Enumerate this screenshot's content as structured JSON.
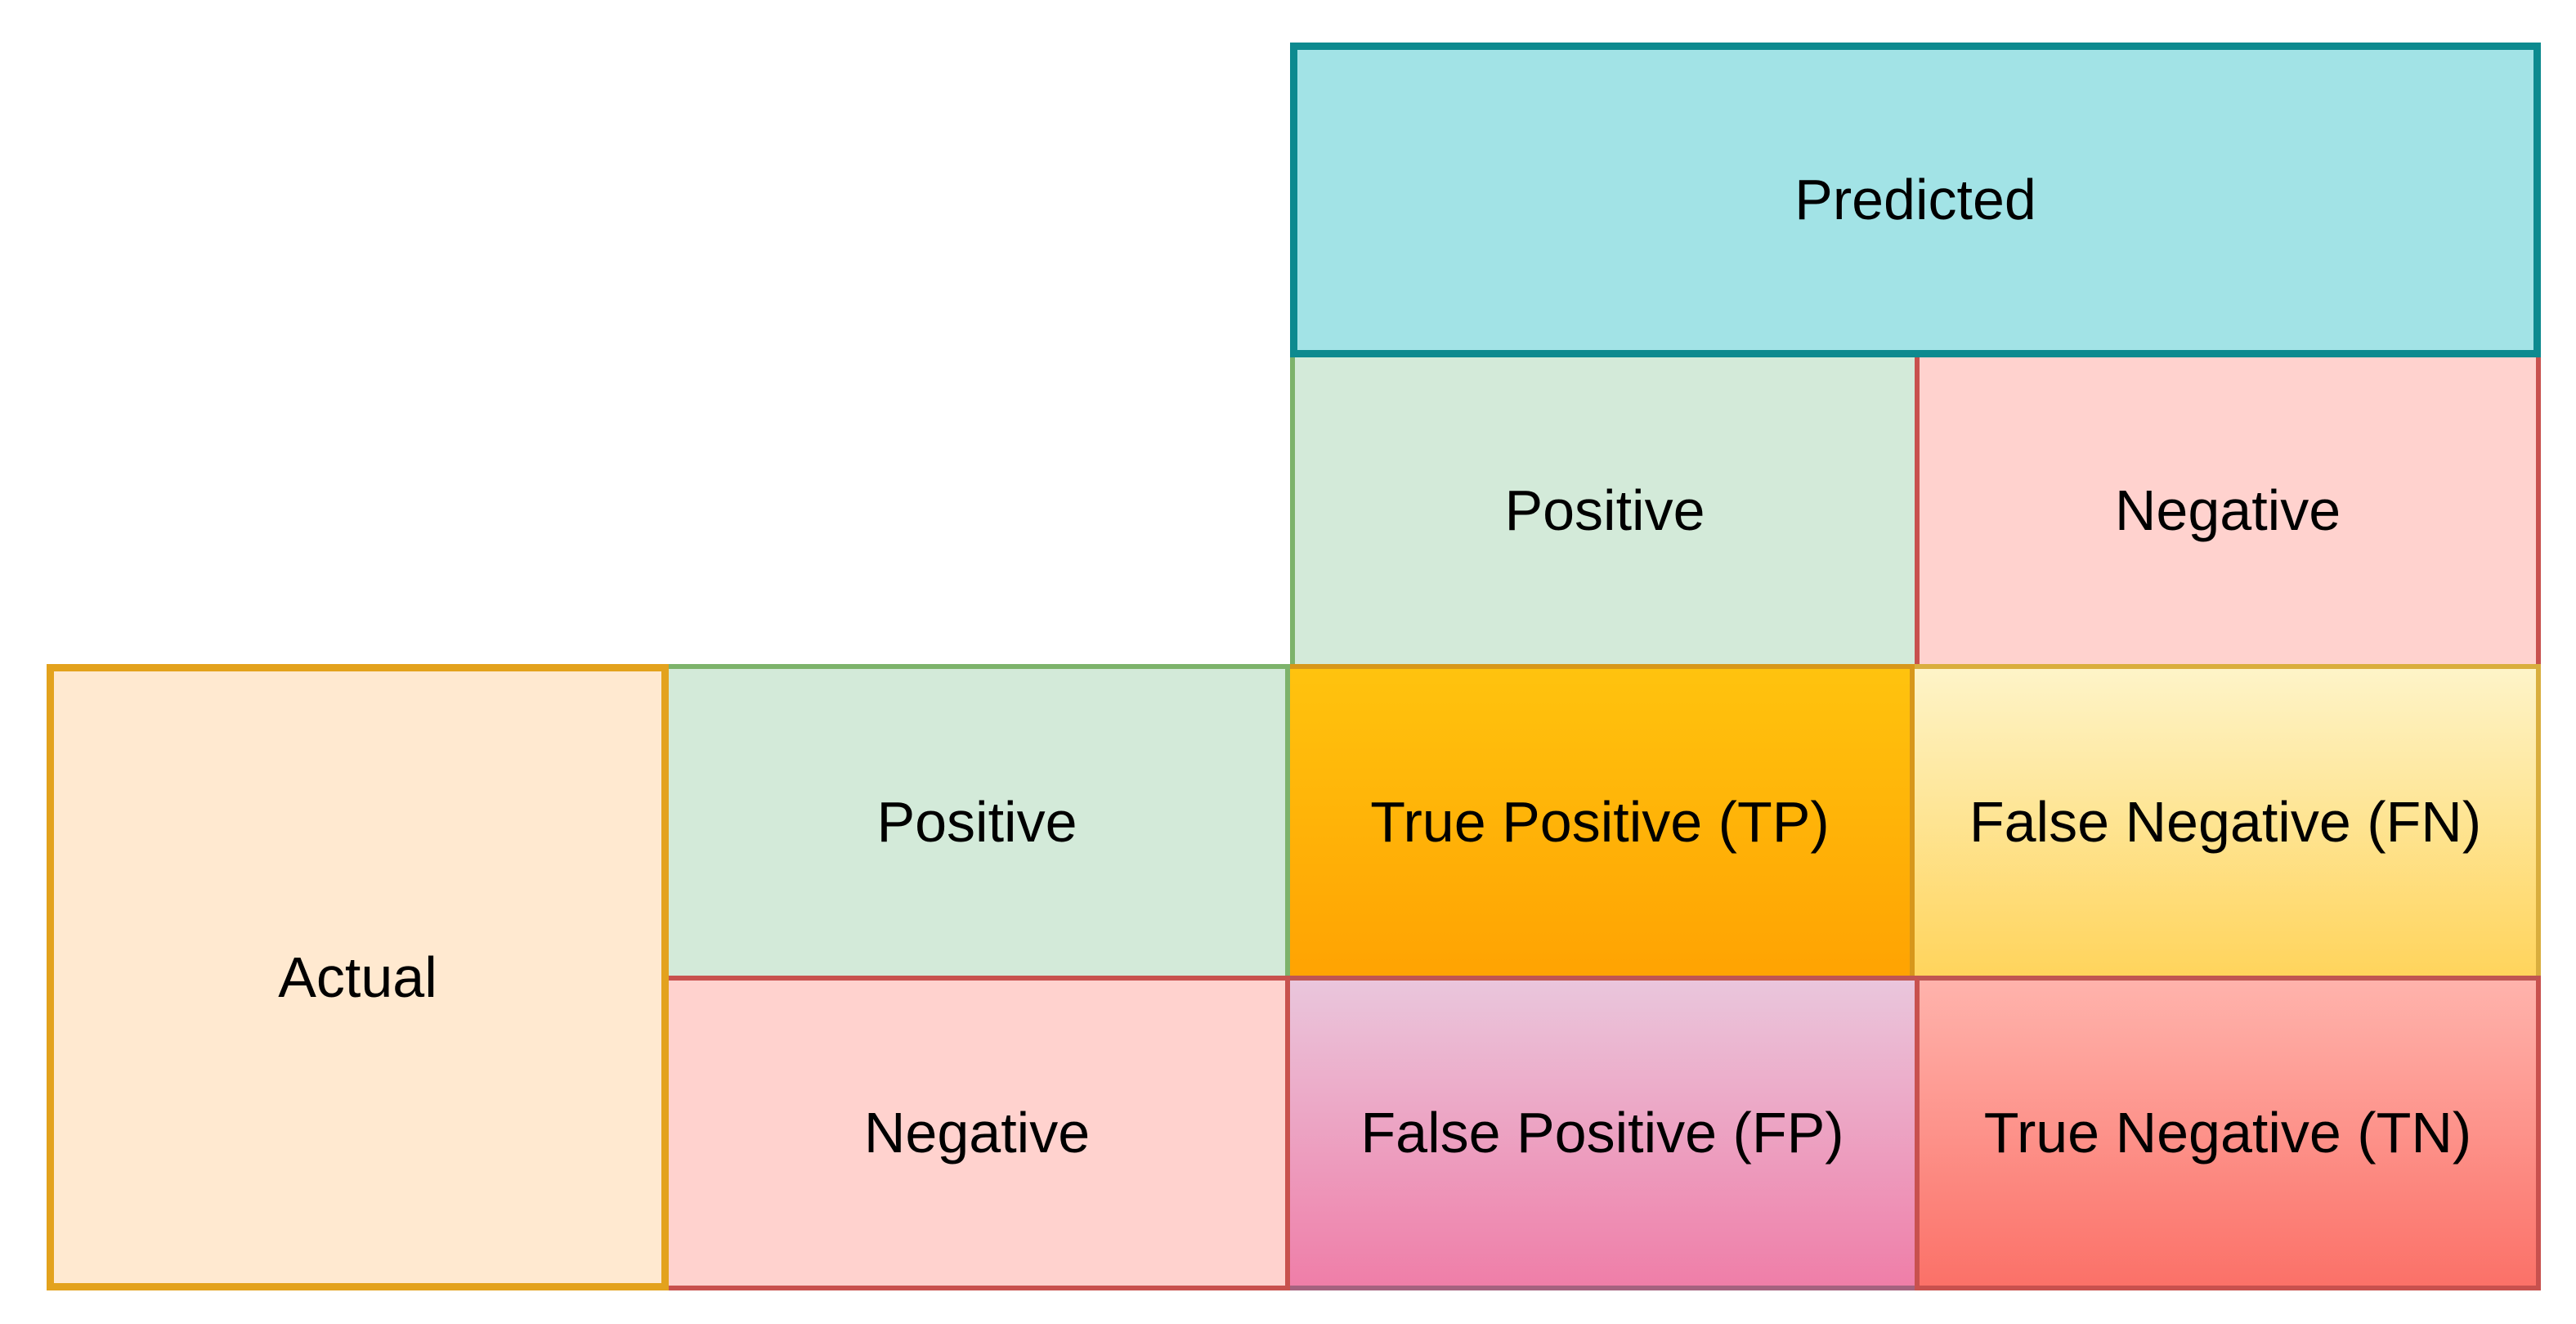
{
  "diagram": {
    "type": "confusion-matrix",
    "text_color": "#000000",
    "background": "#ffffff"
  },
  "cells": [
    {
      "id": "predicted-header",
      "label": "Predicted",
      "fill": "#A2E3E6",
      "stroke": "#0D8A8F"
    },
    {
      "id": "predicted-positive",
      "label": "Positive",
      "fill": "#D3EAD9",
      "stroke": "#7DB36B"
    },
    {
      "id": "predicted-negative",
      "label": "Negative",
      "fill": "#FFD2CE",
      "stroke": "#C8514E"
    },
    {
      "id": "actual-header",
      "label": "Actual",
      "fill": "#FFE9D0",
      "stroke": "#E3A21D"
    },
    {
      "id": "actual-positive",
      "label": "Positive",
      "fill": "#D3EAD9",
      "stroke": "#7DB36B"
    },
    {
      "id": "actual-negative",
      "label": "Negative",
      "fill": "#FFD2CE",
      "stroke": "#C8514E"
    },
    {
      "id": "true-positive",
      "label": "True Positive (TP)",
      "fill_top": "#FFC30E",
      "fill_bottom": "#FFA302",
      "stroke": "#D7971B"
    },
    {
      "id": "false-negative",
      "label": "False Negative (FN)",
      "fill_top": "#FEF4C8",
      "fill_bottom": "#FFD45C",
      "stroke": "#D9AE3E"
    },
    {
      "id": "false-positive",
      "label": "False Positive (FP)",
      "fill_top": "#EAC6DC",
      "fill_bottom": "#EF7EA8",
      "stroke": "#A5627F",
      "stroke_top": "#BF5552"
    },
    {
      "id": "true-negative",
      "label": "True Negative (TN)",
      "fill_top": "#FFB3AC",
      "fill_bottom": "#FB7168",
      "stroke": "#C8514E",
      "stroke_top": "#BF5552"
    }
  ]
}
